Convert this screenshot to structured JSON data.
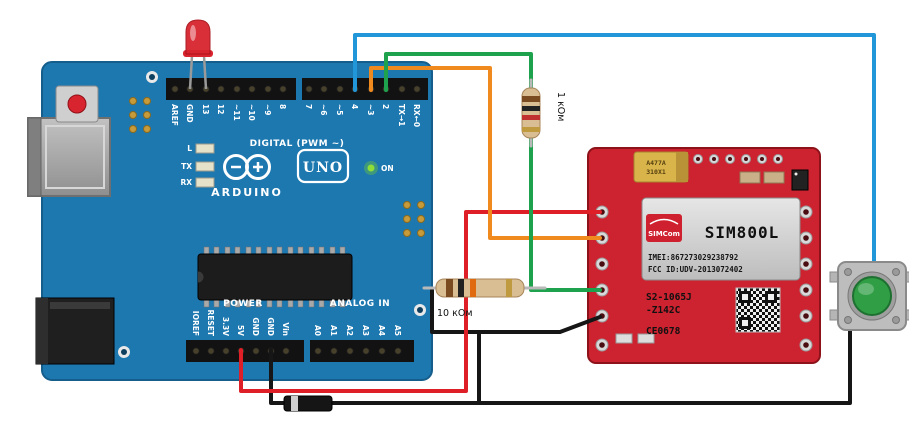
{
  "diagram": {
    "background": "#ffffff"
  },
  "arduino": {
    "brand": "ARDUINO",
    "model": "UNO",
    "digital_group_label": "DIGITAL (PWM ~)",
    "power_group_label": "POWER",
    "analog_group_label": "ANALOG IN",
    "on_label": "ON",
    "led_l": "L",
    "led_tx": "TX",
    "led_rx": "RX",
    "pins_digital": [
      "AREF",
      "GND",
      "13",
      "12",
      "~11",
      "~10",
      "~9",
      "8",
      "7",
      "~6",
      "~5",
      "4",
      "~3",
      "2",
      "TX→1",
      "RX←0"
    ],
    "pins_power": [
      "IOREF",
      "RESET",
      "3.3V",
      "5V",
      "GND",
      "GND",
      "Vin"
    ],
    "pins_analog": [
      "A0",
      "A1",
      "A2",
      "A3",
      "A4",
      "A5"
    ]
  },
  "sim800l": {
    "brand": "SIMCom",
    "model": "SIM800L",
    "imei": "IMEI:867273029238792",
    "fcc_id": "FCC ID:UDV-2013072402",
    "code_line1": "S2-1065J",
    "code_line2": "-Z142C",
    "ce_mark": "CE0678",
    "component_marking_line1": "A477A",
    "component_marking_line2": "310X1"
  },
  "resistors": {
    "r1_label": "1 кОм",
    "r2_label": "10 кОм"
  },
  "colors": {
    "arduino_board": "#1d78b0",
    "sim800l_board": "#cd2330",
    "wire_blue": "#2196d8",
    "wire_orange": "#f08a1f",
    "wire_green": "#1fa24e",
    "wire_red": "#df1f28",
    "wire_black": "#161616",
    "button_cap_green": "#2f9e44",
    "led_red": "#d8242e",
    "power_led_green": "#8ede3a"
  }
}
